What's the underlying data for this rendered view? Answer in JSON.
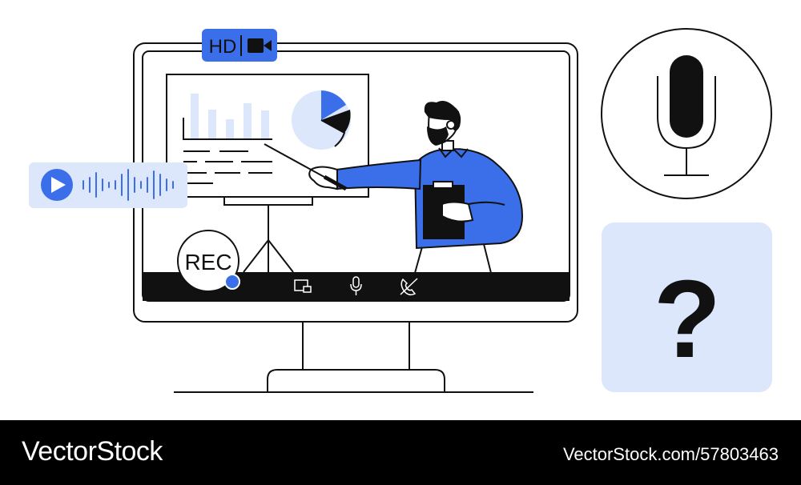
{
  "badges": {
    "hd_label": "HD",
    "rec_label": "REC",
    "question_mark": "?"
  },
  "icons": {
    "camera": "video-camera-icon",
    "play": "play-icon",
    "screen_share": "screen-share-icon",
    "microphone": "microphone-icon",
    "call_end": "phone-icon",
    "large_microphone": "microphone-icon",
    "help": "question-icon"
  },
  "colors": {
    "accent": "#3b6fea",
    "accent_light": "#dce7fb",
    "ink": "#111111",
    "footer_bg": "#000000"
  },
  "footer": {
    "brand": "VectorStock",
    "url": "VectorStock.com/57803463"
  }
}
